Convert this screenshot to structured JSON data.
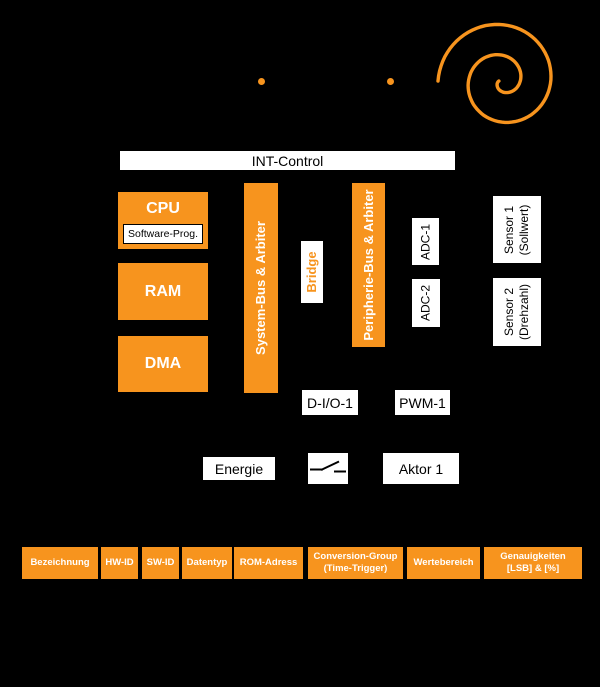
{
  "colors": {
    "background": "#000000",
    "accent": "#F7941E",
    "box_white": "#FFFFFF",
    "text_dark": "#000000",
    "text_light": "#FFFFFF"
  },
  "icons": {
    "spiral": "spiral-icon",
    "dots": "orange-dot-icon",
    "switch": "open-switch-icon"
  },
  "blocks": {
    "int_control": "INT-Control",
    "cpu": "CPU",
    "software_prog": "Software-Prog.",
    "ram": "RAM",
    "dma": "DMA",
    "system_bus": "System-Bus & Arbiter",
    "bridge": "Bridge",
    "peripheral_bus": "Peripherie-Bus & Arbiter",
    "adc1": "ADC-1",
    "adc2": "ADC-2",
    "sensor1": "Sensor 1\n(Sollwert)",
    "sensor2": "Sensor 2\n(Drehzahl)",
    "dio1": "D-I/O-1",
    "pwm1": "PWM-1",
    "energy": "Energie",
    "actor1": "Aktor 1"
  },
  "table": {
    "headers": [
      {
        "label": "Bezeichnung"
      },
      {
        "label": "HW-ID"
      },
      {
        "label": "SW-ID"
      },
      {
        "label": "Datentyp"
      },
      {
        "label": "ROM-Adress"
      },
      {
        "label": "Conversion-Group\n(Time-Trigger)"
      },
      {
        "label": "Wertebereich"
      },
      {
        "label": "Genauigkeiten\n[LSB] & [%]"
      }
    ]
  }
}
